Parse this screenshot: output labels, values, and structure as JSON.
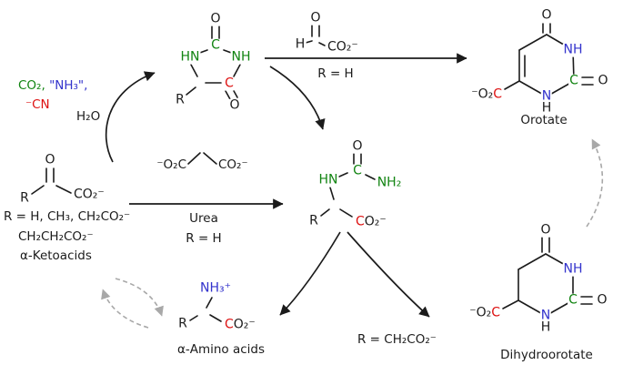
{
  "colors": {
    "green": "#128412",
    "blue": "#3333cc",
    "red": "#dd1111",
    "gray": "#a8a8a8",
    "ink": "#1b1b1b"
  },
  "reagents": {
    "co2": "CO₂,",
    "nh3": "\"NH₃\",",
    "cn": "⁻CN",
    "h2o": "H₂O"
  },
  "ketoacid": {
    "o": "O",
    "r": "R",
    "carboxyl": "CO₂⁻",
    "subs_line1": "R = H, CH₃, CH₂CO₂⁻",
    "subs_line2": "CH₂CH₂CO₂⁻",
    "caption": "α-Ketoacids"
  },
  "malonate": {
    "left": "⁻O₂C",
    "right": "CO₂⁻"
  },
  "urea_arrow": {
    "reagent": "Urea",
    "condition": "R = H"
  },
  "hydantoin": {
    "o_top": "O",
    "c2": "C",
    "n1": "HN",
    "n3": "NH",
    "c4": "C",
    "o4": "O",
    "r": "R"
  },
  "glyoxylate": {
    "o": "O",
    "h": "H",
    "carboxyl": "CO₂⁻"
  },
  "top_arrow": {
    "condition": "R = H"
  },
  "orotate": {
    "o_top": "O",
    "n3": "NH",
    "c2": "C",
    "o2": "O",
    "n1": "N",
    "n1_h": "H",
    "carboxyl_o": "⁻O₂",
    "carboxyl_c": "C",
    "caption": "Orotate"
  },
  "ureido": {
    "o": "O",
    "c": "C",
    "n1": "HN",
    "n2": "NH₂",
    "r": "R",
    "carboxyl_c": "C",
    "carboxyl_o": "O₂⁻"
  },
  "amino_acid": {
    "n": "NH₃⁺",
    "r": "R",
    "carboxyl_c": "C",
    "carboxyl_o": "O₂⁻",
    "caption": "α-Amino acids"
  },
  "dihydroorotate": {
    "o_top": "O",
    "n3": "NH",
    "c2": "C",
    "o2": "O",
    "n1": "N",
    "n1_h": "H",
    "carboxyl_o": "⁻O₂",
    "carboxyl_c": "C",
    "caption": "Dihydroorotate"
  },
  "fork": {
    "condition": "R = CH₂CO₂⁻"
  }
}
